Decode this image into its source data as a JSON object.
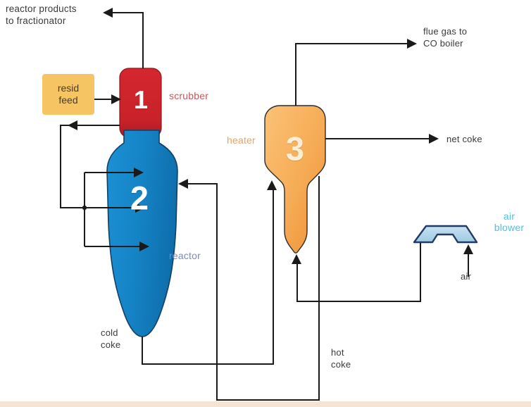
{
  "labels": {
    "reactor_products": "reactor products\nto fractionator",
    "resid_feed": "resid\nfeed",
    "scrubber": "scrubber",
    "reactor": "reactor",
    "heater": "heater",
    "flue_gas": "flue gas to\nCO boiler",
    "net_coke": "net coke",
    "air_blower": "air\nblower",
    "air": "air",
    "cold_coke": "cold\ncoke",
    "hot_coke": "hot\ncoke"
  },
  "vessels": [
    {
      "number": "1",
      "name": "scrubber",
      "fill_color": "#c9222a"
    },
    {
      "number": "2",
      "name": "reactor",
      "fill_color": "#1584c6"
    },
    {
      "number": "3",
      "name": "heater",
      "fill_color": "#f4a54d"
    }
  ],
  "equipment": {
    "resid_feed_box_color": "#f7c463",
    "air_blower_color": "#aed5ea",
    "line_color": "#1a1a1a"
  },
  "label_colors": {
    "scrubber": "#c4585e",
    "reactor": "#7b8bbd",
    "heater": "#f2a257",
    "air_blower": "#4ac3e4",
    "default": "#3a3a3a"
  },
  "streams": [
    "resid feed",
    "reactor products to fractionator",
    "flue gas to CO boiler",
    "net coke",
    "cold coke",
    "hot coke",
    "air"
  ]
}
